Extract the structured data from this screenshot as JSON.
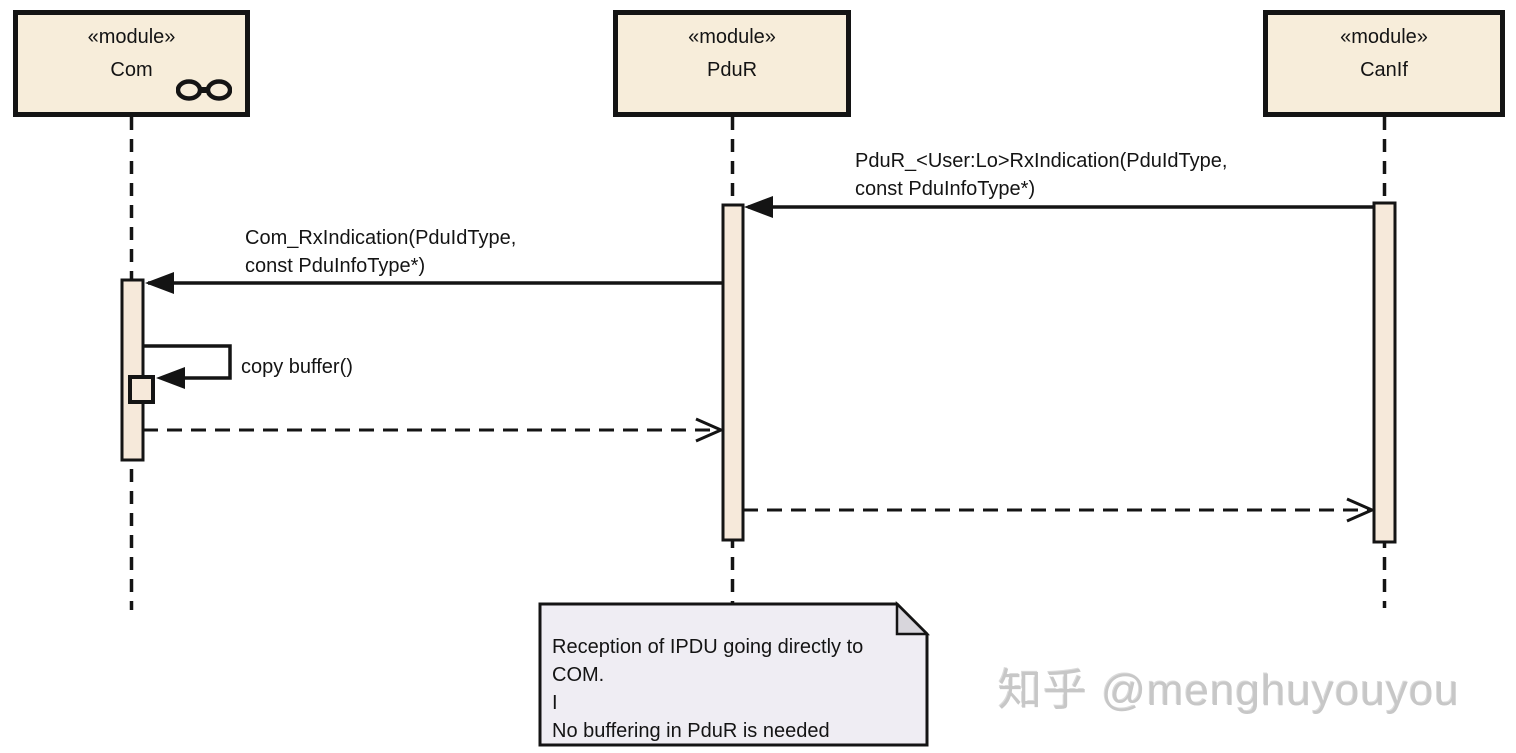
{
  "diagram": {
    "type": "uml-sequence-diagram",
    "participants": [
      {
        "stereotype": "«module»",
        "name": "Com",
        "icon": "link-icon"
      },
      {
        "stereotype": "«module»",
        "name": "PduR",
        "icon": null
      },
      {
        "stereotype": "«module»",
        "name": "CanIf",
        "icon": null
      }
    ],
    "messages": [
      {
        "line1": "PduR_<User:Lo>RxIndication(PduIdType,",
        "line2": "const PduInfoType*)",
        "type": "sync-call",
        "from": "CanIf",
        "to": "PduR"
      },
      {
        "line1": "Com_RxIndication(PduIdType,",
        "line2": "const PduInfoType*)",
        "type": "sync-call",
        "from": "PduR",
        "to": "Com"
      },
      {
        "label": "copy buffer()",
        "type": "self-call",
        "from": "Com",
        "to": "Com"
      },
      {
        "label": "",
        "type": "dashed-return",
        "from": "Com",
        "to": "PduR"
      },
      {
        "label": "",
        "type": "dashed-return",
        "from": "PduR",
        "to": "CanIf"
      }
    ],
    "note": {
      "lines": [
        "Reception of IPDU going directly to",
        "COM.",
        "I",
        "No buffering in PduR is needed"
      ]
    },
    "watermark": {
      "text": "知乎 @menghuyouyou"
    },
    "colors": {
      "shape_fill": "#f7edda",
      "activation_fill": "#f6e9da",
      "note_fill": "#efedf3",
      "note_fold": "#d8d6dc",
      "line": "#141414",
      "watermark": "#c7c7c7",
      "background": "#ffffff"
    }
  }
}
